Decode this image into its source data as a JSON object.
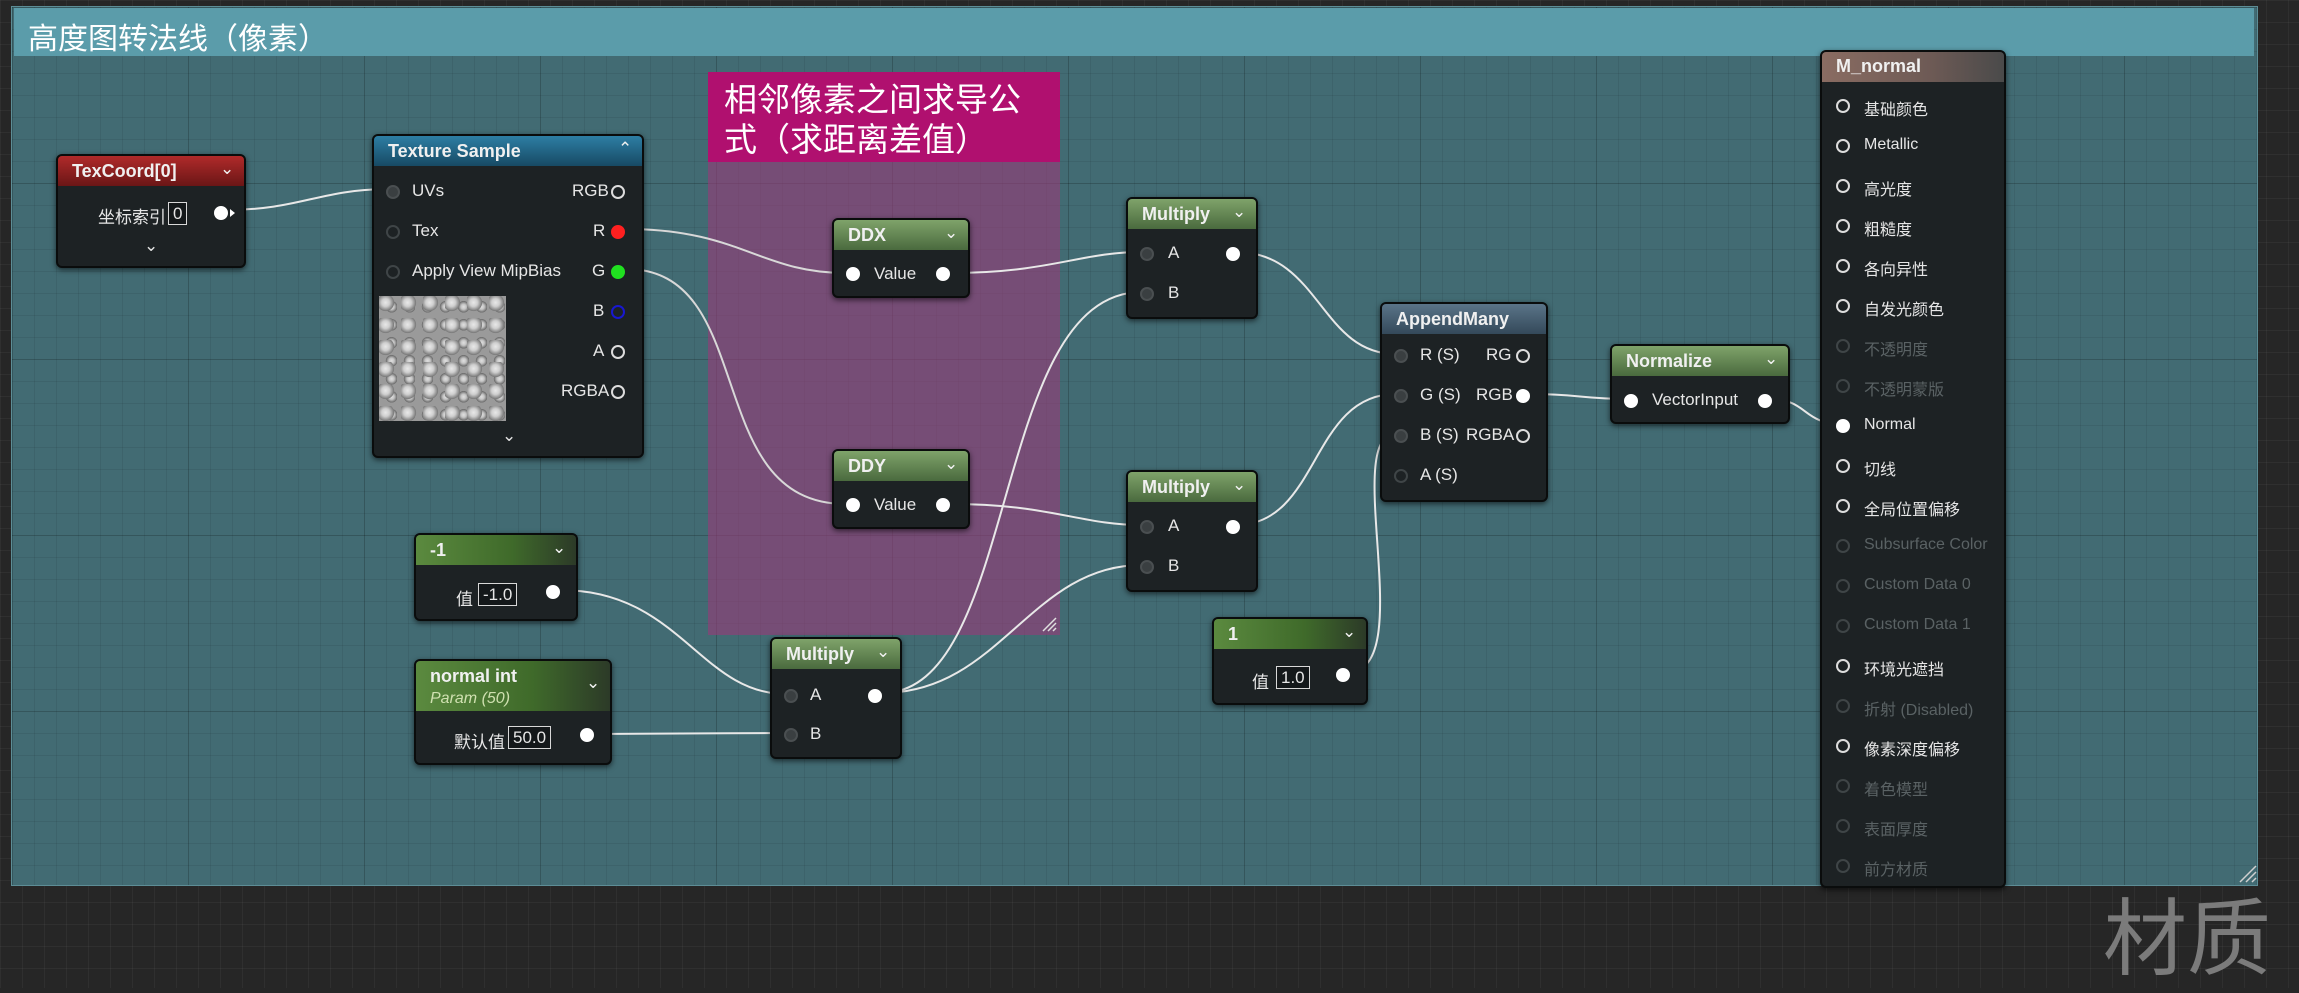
{
  "comment": {
    "title": "高度图转法线（像素）"
  },
  "inner_comment": {
    "title": "相邻像素之间求导公式（求距离差值）"
  },
  "texcoord": {
    "title": "TexCoord[0]",
    "pin_label": "坐标索引",
    "value": "0"
  },
  "texture_sample": {
    "title": "Texture Sample",
    "inputs": [
      "UVs",
      "Tex",
      "Apply View MipBias"
    ],
    "outputs": [
      "RGB",
      "R",
      "G",
      "B",
      "A",
      "RGBA"
    ]
  },
  "ddx": {
    "title": "DDX",
    "pin": "Value"
  },
  "ddy": {
    "title": "DDY",
    "pin": "Value"
  },
  "const_neg1": {
    "title": "-1",
    "pin_label": "值",
    "value": "-1.0"
  },
  "normal_int": {
    "title": "normal int",
    "subtitle": "Param (50)",
    "pin_label": "默认值",
    "value": "50.0"
  },
  "multiply_a": {
    "title": "Multiply",
    "in_a": "A",
    "in_b": "B"
  },
  "multiply_b": {
    "title": "Multiply",
    "in_a": "A",
    "in_b": "B"
  },
  "multiply_c": {
    "title": "Multiply",
    "in_a": "A",
    "in_b": "B"
  },
  "const_1": {
    "title": "1",
    "pin_label": "值",
    "value": "1.0"
  },
  "append": {
    "title": "AppendMany",
    "inputs": [
      "R (S)",
      "G (S)",
      "B (S)",
      "A (S)"
    ],
    "outputs": [
      "RG",
      "RGB",
      "RGBA"
    ]
  },
  "normalize": {
    "title": "Normalize",
    "pin": "VectorInput"
  },
  "material": {
    "title": "M_normal",
    "pins": [
      {
        "label": "基础颜色",
        "enabled": true
      },
      {
        "label": "Metallic",
        "enabled": true
      },
      {
        "label": "高光度",
        "enabled": true
      },
      {
        "label": "粗糙度",
        "enabled": true
      },
      {
        "label": "各向异性",
        "enabled": true
      },
      {
        "label": "自发光颜色",
        "enabled": true
      },
      {
        "label": "不透明度",
        "enabled": false
      },
      {
        "label": "不透明蒙版",
        "enabled": false
      },
      {
        "label": "Normal",
        "enabled": true
      },
      {
        "label": "切线",
        "enabled": true
      },
      {
        "label": "全局位置偏移",
        "enabled": true
      },
      {
        "label": "Subsurface Color",
        "enabled": false
      },
      {
        "label": "Custom Data 0",
        "enabled": false
      },
      {
        "label": "Custom Data 1",
        "enabled": false
      },
      {
        "label": "环境光遮挡",
        "enabled": true
      },
      {
        "label": "折射 (Disabled)",
        "enabled": false
      },
      {
        "label": "像素深度偏移",
        "enabled": true
      },
      {
        "label": "着色模型",
        "enabled": false
      },
      {
        "label": "表面厚度",
        "enabled": false
      },
      {
        "label": "前方材质",
        "enabled": false
      }
    ]
  },
  "watermark": "材质",
  "colors": {
    "red_pin": "#ff2020",
    "green_pin": "#20e020",
    "blue_pin": "#1818d0",
    "comment_header": "#5b9caa",
    "inner_header": "#b0106f"
  }
}
